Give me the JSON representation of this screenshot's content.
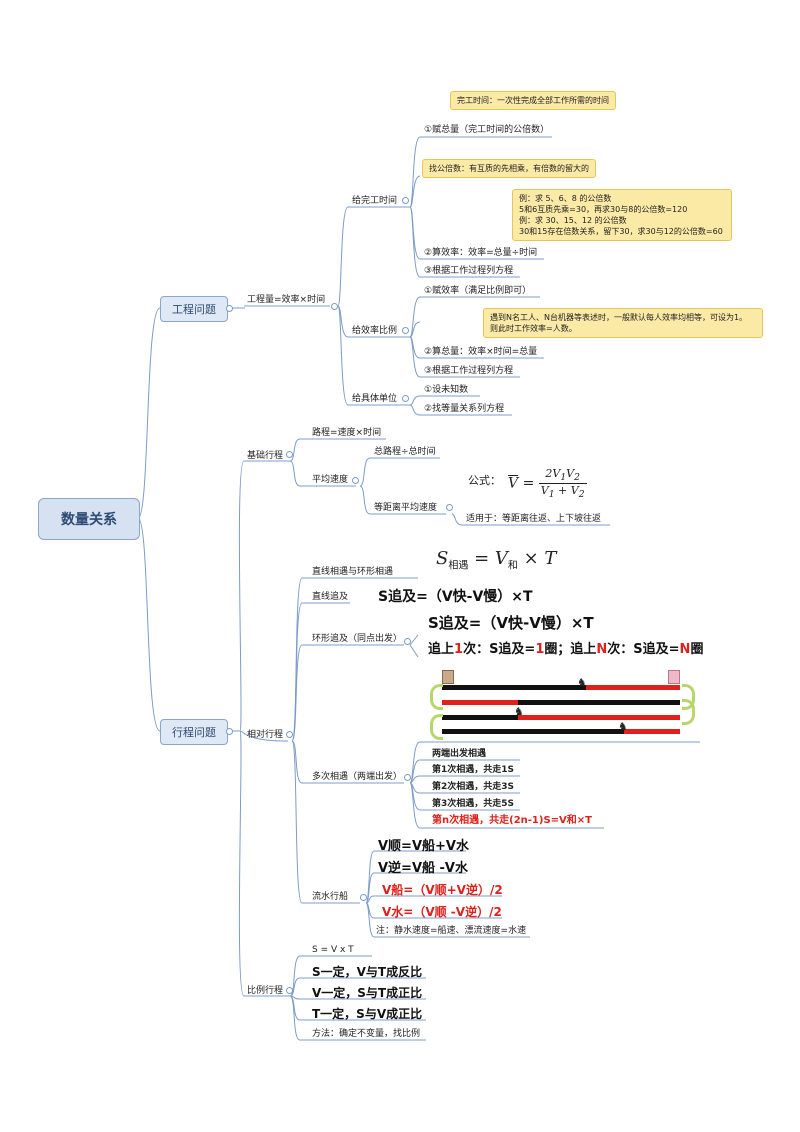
{
  "root": "数量关系",
  "engineering": {
    "title": "工程问题",
    "formula": "工程量=效率×时间",
    "given_time": {
      "label": "给完工时间",
      "note_top": "完工时间：一次性完成全部工作所需的时间",
      "step1": "①赋总量（完工时间的公倍数）",
      "lcm_note": "找公倍数：有互质的先相乘，有倍数的留大的",
      "example_lines": [
        "例：求 5、6、8 的公倍数",
        "5和6互质先乘=30，再求30与8的公倍数=120",
        "例：求 30、15、12 的公倍数",
        "30和15存在倍数关系，留下30，求30与12的公倍数=60"
      ],
      "step2": "②算效率：效率=总量÷时间",
      "step3": "③根据工作过程列方程"
    },
    "given_ratio": {
      "label": "给效率比例",
      "step1": "①赋效率（满足比例即可）",
      "note_lines": [
        "遇到N名工人、N台机器等表述时，一般默认每人效率均相等，可设为1。",
        "则此时工作效率=人数。"
      ],
      "step2": "②算总量：效率×时间=总量",
      "step3": "③根据工作过程列方程"
    },
    "given_unit": {
      "label": "给具体单位",
      "step1": "①设未知数",
      "step2": "②找等量关系列方程"
    }
  },
  "travel": {
    "title": "行程问题",
    "basic": {
      "label": "基础行程",
      "distance": "路程=速度×时间",
      "avg_speed": "平均速度",
      "avg_def": "总路程÷总时间",
      "equal_dist": "等距离平均速度",
      "formula_prefix": "公式：",
      "applies": "适用于：等距离往返、上下坡往返"
    },
    "relative": {
      "label": "相对行程",
      "meet": "直线相遇与环形相遇",
      "chase_line": "直线追及",
      "chase_line_formula": "S追及=（V快-V慢）×T",
      "chase_ring": "环形追及（同点出发）",
      "chase_ring_formula": "S追及=（V快-V慢）×T",
      "ring_parts": [
        "追上",
        "1",
        "次：S追及=",
        "1",
        "圈；追上",
        "N",
        "次：S追及=",
        "N",
        "圈"
      ],
      "multi": "多次相遇（两端出发）",
      "multi_lines": [
        "两端出发相遇",
        "第1次相遇，共走1S",
        "第2次相遇，共走3S",
        "第3次相遇，共走5S"
      ],
      "multi_red": "第n次相遇，共走(2n-1)S=V和×T",
      "stream": "流水行船",
      "stream_lines": [
        "V顺=V船+V水",
        "V逆=V船 -V水"
      ],
      "stream_red": [
        "V船=（V顺+V逆）/2",
        "V水=（V顺 -V逆）/2"
      ],
      "stream_note": "注：静水速度=船速、漂流速度=水速"
    },
    "ratio": {
      "label": "比例行程",
      "formula": "S = V x T",
      "lines": [
        "S一定，V与T成反比",
        "V一定，S与T成正比",
        "T一定，S与V成正比"
      ],
      "method": "方法：确定不变量，找比例"
    }
  },
  "colors": {
    "line": "#7c9cc8",
    "node_fill": "#dfe8f5",
    "note_fill": "#fbe9a6",
    "red": "#e0201b",
    "track_black": "#111111"
  }
}
